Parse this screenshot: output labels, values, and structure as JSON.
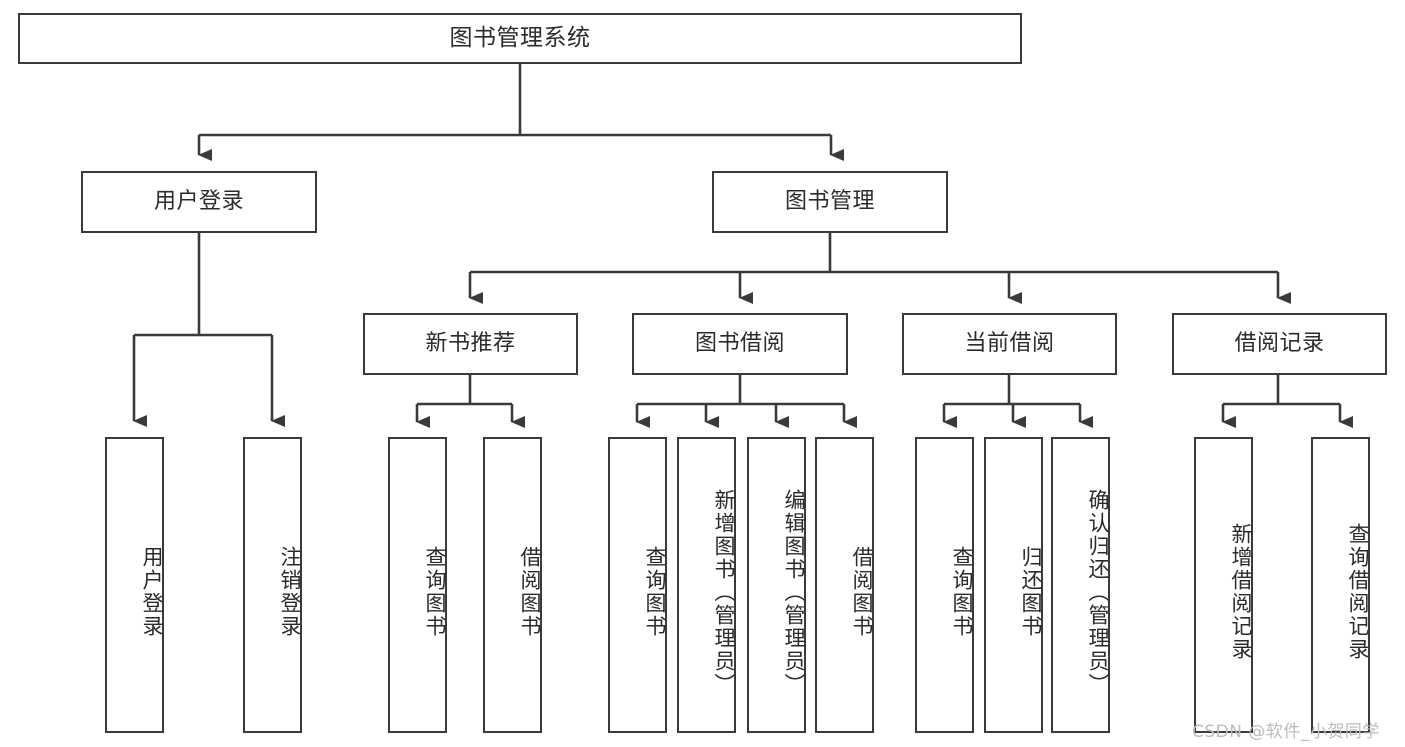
{
  "diagram": {
    "title": "图书管理系统",
    "type": "functional-structure-tree",
    "root": {
      "label": "图书管理系统"
    },
    "level2": [
      {
        "id": "user-login",
        "label": "用户登录"
      },
      {
        "id": "book-manage",
        "label": "图书管理"
      }
    ],
    "level3": [
      {
        "id": "new-book-recommend",
        "label": "新书推荐",
        "parent": "book-manage"
      },
      {
        "id": "book-borrow",
        "label": "图书借阅",
        "parent": "book-manage"
      },
      {
        "id": "current-borrow",
        "label": "当前借阅",
        "parent": "book-manage"
      },
      {
        "id": "borrow-record",
        "label": "借阅记录",
        "parent": "book-manage"
      }
    ],
    "leaves": [
      {
        "id": "leaf-user-login",
        "label": "用户登录",
        "parent": "user-login"
      },
      {
        "id": "leaf-user-logout",
        "label": "注销登录",
        "parent": "user-login"
      },
      {
        "id": "leaf-query-book-1",
        "label": "查询图书",
        "parent": "new-book-recommend"
      },
      {
        "id": "leaf-borrow-book-1",
        "label": "借阅图书",
        "parent": "new-book-recommend"
      },
      {
        "id": "leaf-query-book-2",
        "label": "查询图书",
        "parent": "book-borrow"
      },
      {
        "id": "leaf-add-book",
        "label": "新增图书（管理员）",
        "parent": "book-borrow"
      },
      {
        "id": "leaf-edit-book",
        "label": "编辑图书（管理员）",
        "parent": "book-borrow"
      },
      {
        "id": "leaf-borrow-book-2",
        "label": "借阅图书",
        "parent": "book-borrow"
      },
      {
        "id": "leaf-query-book-3",
        "label": "查询图书",
        "parent": "current-borrow"
      },
      {
        "id": "leaf-return-book",
        "label": "归还图书",
        "parent": "current-borrow"
      },
      {
        "id": "leaf-confirm-return",
        "label": "确认归还（管理员）",
        "parent": "current-borrow"
      },
      {
        "id": "leaf-add-record",
        "label": "新增借阅记录",
        "parent": "borrow-record"
      },
      {
        "id": "leaf-query-record",
        "label": "查询借阅记录",
        "parent": "borrow-record"
      }
    ],
    "watermark": "CSDN @软件_小贺同学",
    "colors": {
      "stroke": "#3a3a3a",
      "text": "#2b2b2b",
      "background": "#ffffff",
      "watermark": "#b9bcc0"
    }
  }
}
